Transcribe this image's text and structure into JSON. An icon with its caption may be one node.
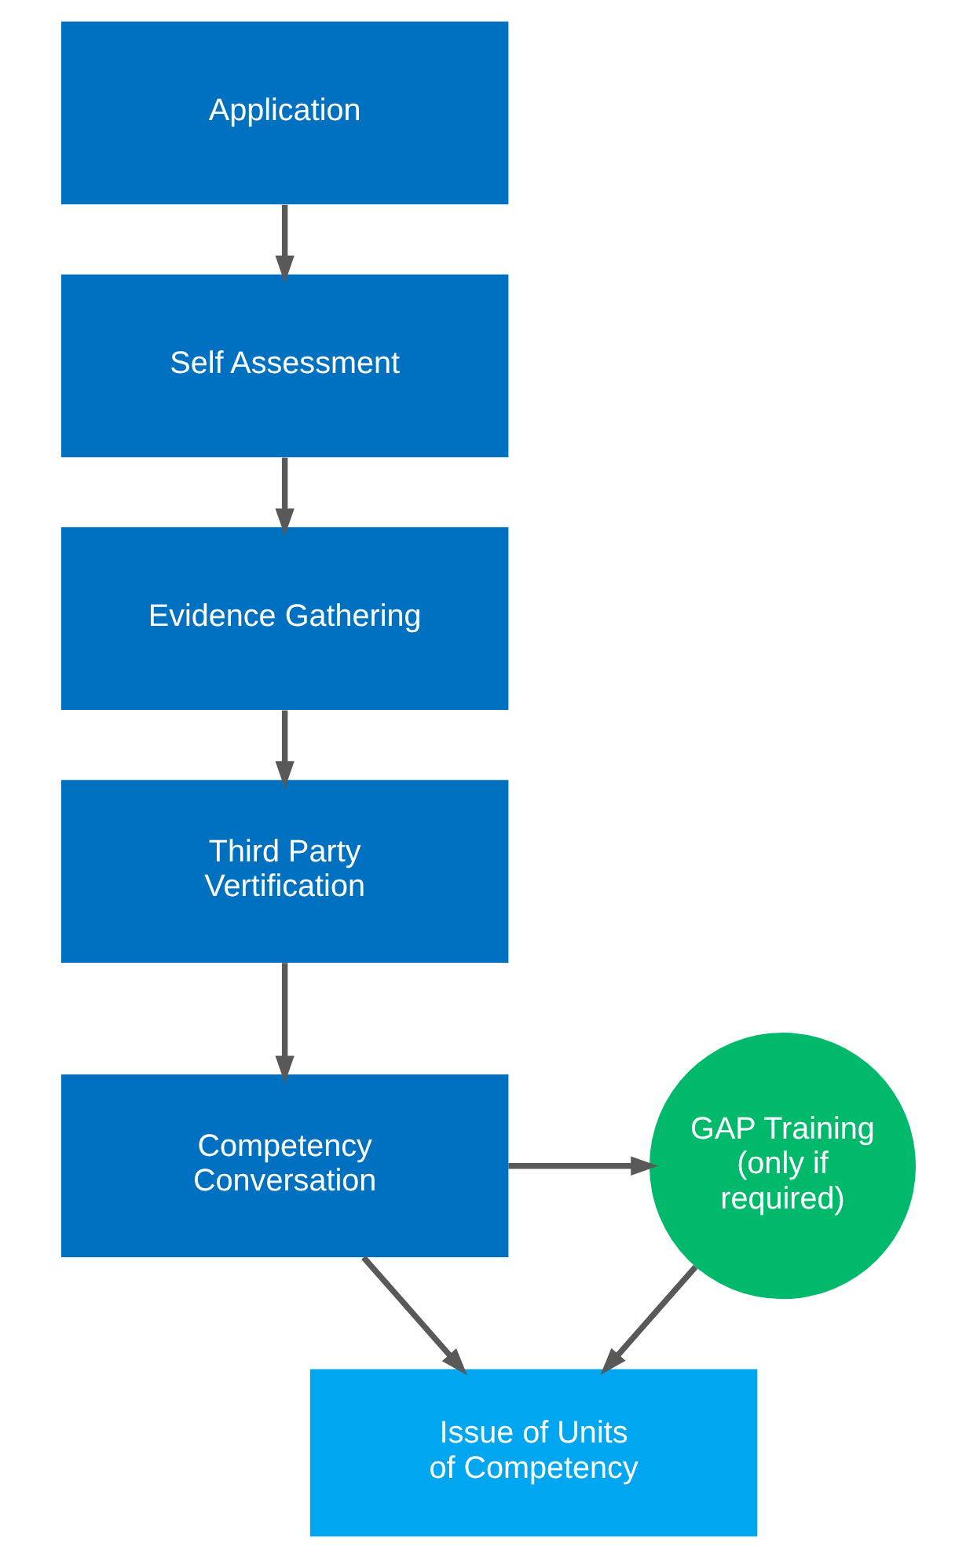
{
  "diagram": {
    "nodes": [
      {
        "text": [
          "Application"
        ]
      },
      {
        "text": [
          "Self Assessment"
        ]
      },
      {
        "text": [
          "Evidence Gathering"
        ]
      },
      {
        "text": [
          "Third Party Vertification"
        ]
      },
      {
        "text": [
          "Competency Conversation"
        ]
      },
      {
        "text": [
          "GAP Training (only if required)"
        ]
      },
      {
        "text": [
          "Issue of Units of Competency"
        ]
      }
    ],
    "edges": [
      {
        "from": 0,
        "to": 1,
        "arrow": "to"
      },
      {
        "from": 1,
        "to": 2,
        "arrow": "to"
      },
      {
        "from": 2,
        "to": 3,
        "arrow": "to"
      },
      {
        "from": 3,
        "to": 4,
        "arrow": "to"
      },
      {
        "from": 4,
        "to": 6,
        "arrow": "to"
      },
      {
        "from": 4,
        "to": 5,
        "arrow": "to"
      },
      {
        "from": 5,
        "to": 6,
        "arrow": "to"
      }
    ]
  }
}
